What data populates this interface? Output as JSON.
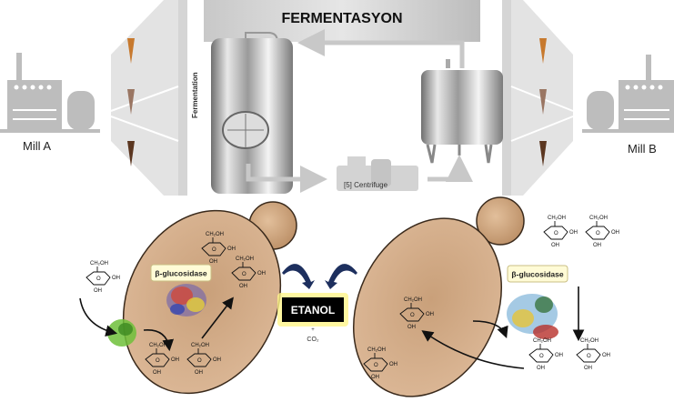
{
  "title": "FERMENTASYON",
  "mills": {
    "left": "Mill A",
    "right": "Mill B"
  },
  "process": {
    "fermentation_label": "Fermentation",
    "centrifuge_label": "[5] Centrifuge"
  },
  "enzyme_label": "β-glucosidase",
  "product": {
    "main": "ETANOL",
    "plus": "+",
    "co2": "CO₂"
  },
  "molecule_labels": {
    "ch2oh": "CH₂OH",
    "oh": "OH",
    "o": "O"
  },
  "colors": {
    "cell": "#d6b08c",
    "cell_edge": "#3a2a1c",
    "arrow_blue": "#1d2f5e",
    "panel_gray": "#d9d9d9",
    "title_gray": "#bdbdbd",
    "etanol_bg": "#000000",
    "etanol_glow": "#fff58a",
    "enzyme_box": "#fffbd6"
  }
}
